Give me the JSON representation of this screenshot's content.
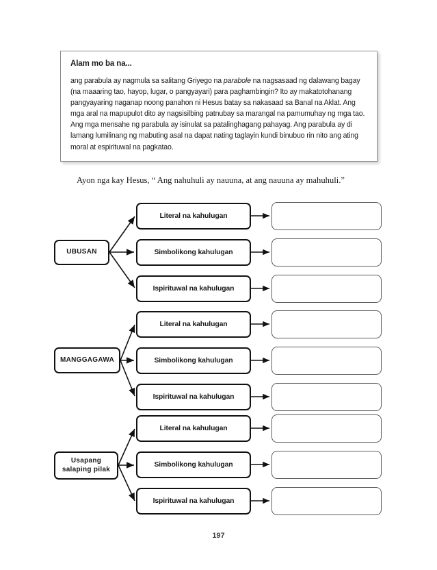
{
  "callout": {
    "title": "Alam mo ba na...",
    "body_before_italic": "ang parabula ay nagmula sa salitang Griyego na ",
    "italic_word": "parabole",
    "body_after_italic": " na nagsasaad ng dalawang bagay (na maaaring tao, hayop, lugar, o pangyayari) para paghambingin? Ito ay makatotohanang pangyayaring naganap noong panahon ni Hesus batay sa nakasaad sa Banal na Aklat. Ang mga aral na mapupulot dito ay nagsisilbing patnubay sa marangal na pamumuhay ng mga tao. Ang mga mensahe ng parabula ay isinulat sa patalinghagang pahayag. Ang parabula ay di lamang lumilinang ng mabuting asal na dapat nating taglayin kundi binubuo rin nito ang ating moral at espirituwal na pagkatao."
  },
  "quote": "Ayon nga kay Hesus, “ Ang nahuhuli ay nauuna, at ang nauuna ay mahuhuli.”",
  "diagram": {
    "groups": [
      {
        "source_label": "UBUSAN",
        "branches": [
          {
            "label": "Literal na kahulugan",
            "answer": ""
          },
          {
            "label": "Simbolikong kahulugan",
            "answer": ""
          },
          {
            "label": "Ispirituwal na kahulugan",
            "answer": ""
          }
        ]
      },
      {
        "source_label": "MANGGAGAWA",
        "branches": [
          {
            "label": "Literal na kahulugan",
            "answer": ""
          },
          {
            "label": "Simbolikong kahulugan",
            "answer": ""
          },
          {
            "label": "Ispirituwal na kahulugan",
            "answer": ""
          }
        ]
      },
      {
        "source_label": "Usapang salaping pilak",
        "source_label_line1": "Usapang",
        "source_label_line2": "salaping pilak",
        "branches": [
          {
            "label": "Literal na kahulugan",
            "answer": ""
          },
          {
            "label": "Simbolikong kahulugan",
            "answer": ""
          },
          {
            "label": "Ispirituwal na kahulugan",
            "answer": ""
          }
        ]
      }
    ]
  },
  "page_number": "197",
  "colors": {
    "ink": "#1a1a1a",
    "box_border": "#8a8a8a",
    "node_border": "#111111",
    "answer_border": "#5a5a5a",
    "page_background": "#ffffff"
  }
}
